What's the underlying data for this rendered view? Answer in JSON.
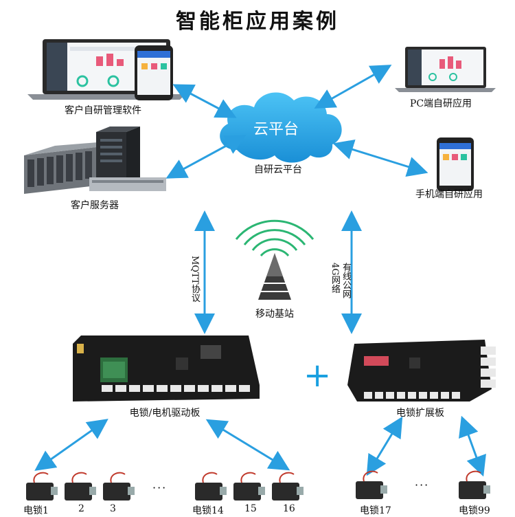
{
  "title": "智能柜应用案例",
  "cloud": {
    "text": "云平台",
    "caption": "自研云平台"
  },
  "devices": {
    "client_software": "客户自研管理软件",
    "pc_app": "PC端自研应用",
    "server": "客户服务器",
    "mobile_app": "手机端自研应用",
    "base_station": "移动基站"
  },
  "links": {
    "left": "MQTT协议",
    "right_line1": "4G网络",
    "right_line2": "有线公网"
  },
  "boards": {
    "driver": "电锁/电机驱动板",
    "expansion": "电锁扩展板",
    "plus": "+"
  },
  "locks": {
    "left_group": [
      "电锁1",
      "2",
      "3",
      "···",
      "电锁14",
      "15",
      "16"
    ],
    "right_group": [
      "电锁17",
      "···",
      "电锁99"
    ]
  },
  "colors": {
    "arrow": "#2a9fe0",
    "cloud": "#29a7e8",
    "board": "#1b1b1b",
    "tower": "#3a3a3a"
  }
}
